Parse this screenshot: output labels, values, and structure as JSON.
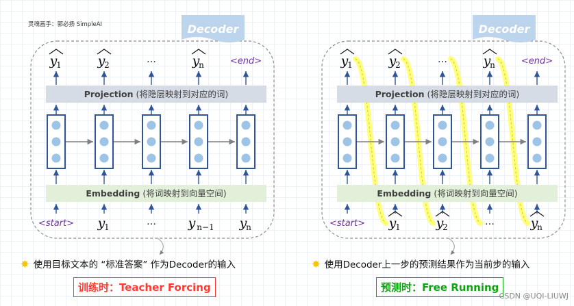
{
  "header": {
    "credit": "灵魂画手：郭必扬  SimpleAI"
  },
  "panels": [
    {
      "tab": "Decoder",
      "projection": {
        "bold": "Projection",
        "rest": " (将隐层映射到对应的词)"
      },
      "embedding": {
        "bold": "Embedding",
        "rest": " (将词映射到向量空间)"
      },
      "outputs": [
        {
          "base": "y",
          "sub": "1",
          "hat": true
        },
        {
          "base": "y",
          "sub": "2",
          "hat": true
        },
        {
          "base": "…",
          "sub": "",
          "hat": false
        },
        {
          "base": "y",
          "sub": "n",
          "hat": true
        },
        {
          "base": "<end>",
          "sub": "",
          "hat": false,
          "special": true
        }
      ],
      "inputs": [
        {
          "base": "<start>",
          "sub": "",
          "hat": false,
          "special": true
        },
        {
          "base": "y",
          "sub": "1",
          "hat": false
        },
        {
          "base": "…",
          "sub": "",
          "hat": false
        },
        {
          "base": "y",
          "sub": "n−1",
          "hat": false
        },
        {
          "base": "y",
          "sub": "n",
          "hat": false
        }
      ],
      "caption": "使用目标文本的 “标准答案” 作为Decoder的输入",
      "mode_label": "训练时：Teacher Forcing",
      "mode_color": "#ff3b30",
      "highlight": false
    },
    {
      "tab": "Decoder",
      "projection": {
        "bold": "Projection",
        "rest": " (将隐层映射到对应的词)"
      },
      "embedding": {
        "bold": "Embedding",
        "rest": " (将词映射到向量空间)"
      },
      "outputs": [
        {
          "base": "y",
          "sub": "1",
          "hat": true
        },
        {
          "base": "y",
          "sub": "2",
          "hat": true
        },
        {
          "base": "…",
          "sub": "",
          "hat": false
        },
        {
          "base": "y",
          "sub": "n",
          "hat": true
        },
        {
          "base": "<end>",
          "sub": "",
          "hat": false,
          "special": true
        }
      ],
      "inputs": [
        {
          "base": "<start>",
          "sub": "",
          "hat": false,
          "special": true
        },
        {
          "base": "y",
          "sub": "1",
          "hat": true
        },
        {
          "base": "y",
          "sub": "2",
          "hat": true
        },
        {
          "base": "…",
          "sub": "",
          "hat": false
        },
        {
          "base": "y",
          "sub": "n",
          "hat": true
        }
      ],
      "caption": "使用Decoder上一步的预测结果作为当前步的输入",
      "mode_label": "预测时：Free Running",
      "mode_color": "#12a312",
      "highlight": true
    }
  ],
  "colors": {
    "tab_fill": "#bcd4ec",
    "tab_text": "#ffffff",
    "projection_fill": "#d6dce5",
    "embedding_fill": "#e2efd9",
    "cell_border": "#2f5597",
    "dot": "#9dc3e6",
    "arrow": "#2f5597",
    "rnn_arrow": "#7f7f7f",
    "special_text": "#7030a0",
    "highlight": "#ffff66"
  },
  "footer": {
    "watermark": "CSDN @UQI-LIUWJ"
  }
}
